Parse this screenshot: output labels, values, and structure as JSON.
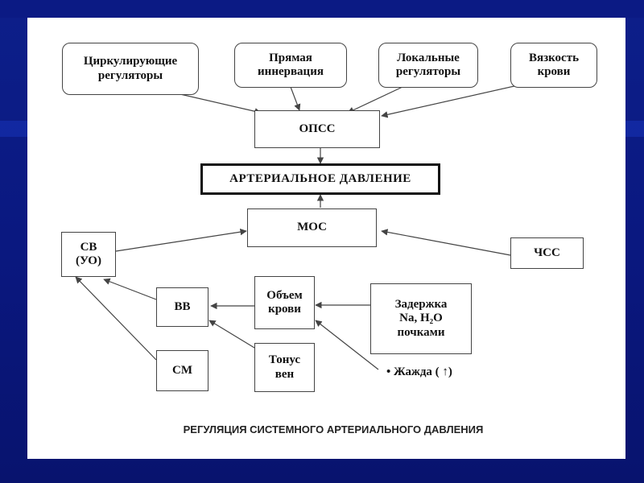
{
  "diagram": {
    "title": "РЕГУЛЯЦИЯ СИСТЕМНОГО АРТЕРИАЛЬНОГО ДАВЛЕНИЯ",
    "top_factors": [
      "Циркулирующие\nрегуляторы",
      "Прямая\nиннервация",
      "Локальные\nрегуляторы",
      "Вязкость\nкрови"
    ],
    "opss": "ОПСС",
    "arterial_pressure": "АРТЕРИАЛЬНОЕ  ДАВЛЕНИЕ",
    "mos": "МОС",
    "sv": "СВ\n(УО)",
    "chss": "ЧСС",
    "vv": "ВВ",
    "volume": "Объем\nкрови",
    "delay": "Задержка\nNa, H₂O\nпочками",
    "sm": "СМ",
    "tone": "Тонус\nвен",
    "thirst": "•  Жажда ( ↑)"
  },
  "colors": {
    "background": "#0d1f8a",
    "slide": "#ffffff",
    "stroke": "#444444"
  }
}
